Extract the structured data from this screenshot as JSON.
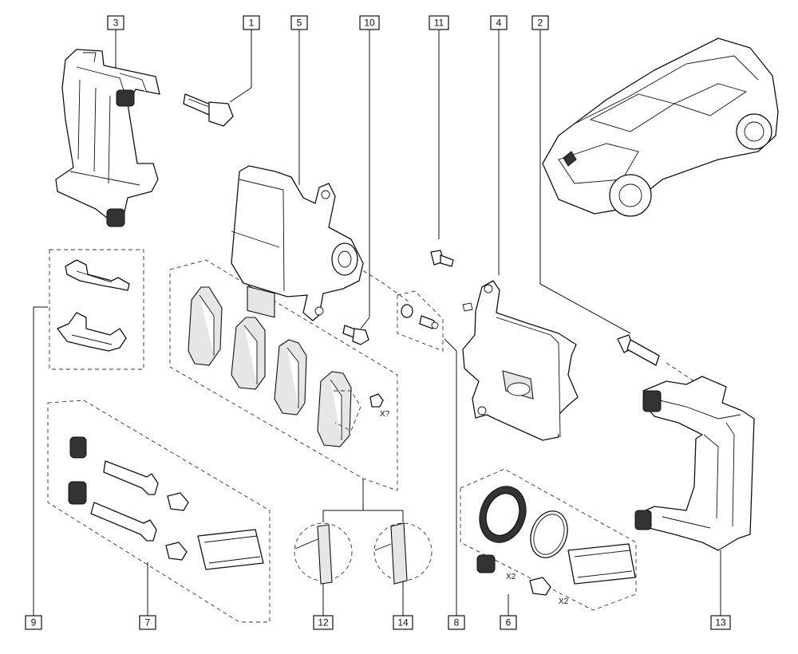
{
  "callouts": [
    {
      "id": "c1",
      "label": "1"
    },
    {
      "id": "c2",
      "label": "2"
    },
    {
      "id": "c3",
      "label": "3"
    },
    {
      "id": "c4",
      "label": "4"
    },
    {
      "id": "c5",
      "label": "5"
    },
    {
      "id": "c6",
      "label": "6"
    },
    {
      "id": "c7",
      "label": "7"
    },
    {
      "id": "c8",
      "label": "8"
    },
    {
      "id": "c9",
      "label": "9"
    },
    {
      "id": "c10",
      "label": "10"
    },
    {
      "id": "c11",
      "label": "11"
    },
    {
      "id": "c12",
      "label": "12"
    },
    {
      "id": "c13",
      "label": "13"
    },
    {
      "id": "c14",
      "label": "14"
    }
  ],
  "quantities": {
    "pads_bolt": "X?",
    "kit6_boot": "X2",
    "kit6_bolt": "X2"
  },
  "colors": {
    "line": "#111111",
    "shade": "#e6e6e6",
    "background": "#ffffff"
  }
}
